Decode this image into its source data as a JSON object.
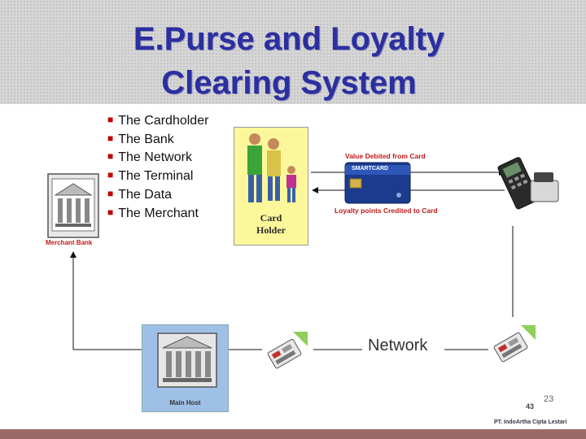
{
  "title": {
    "line1": "E.Purse and Loyalty",
    "line2": "Clearing System"
  },
  "bullets": [
    "The Cardholder",
    "The Bank",
    "The Network",
    "The Terminal",
    "The Data",
    "The Merchant"
  ],
  "cardholder": {
    "line1": "Card",
    "line2": "Holder"
  },
  "flows": {
    "debit": "Value Debited from Card",
    "credit": "Loyalty points Credited to Card"
  },
  "card_brand": "SMARTCARD",
  "merchant_bank": "Merchant Bank",
  "main_host": "Main Host",
  "network": "Network",
  "slide_number": "23",
  "page_number": "43",
  "footer": "PT. IndoArtha Cipta Lestari",
  "colors": {
    "title": "#2b2fa0",
    "flow_text": "#c01818",
    "cardholder_bg": "#fbf79a",
    "host_bg": "#9ec0e6",
    "footer_bar": "#9c6a66"
  }
}
